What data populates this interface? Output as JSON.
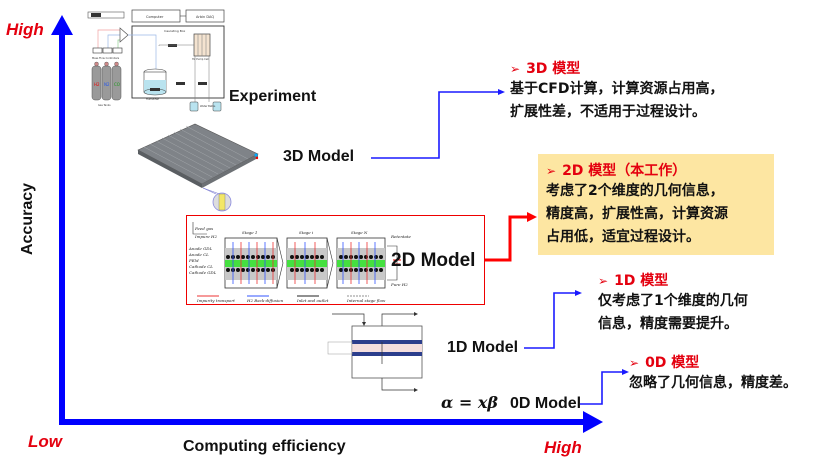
{
  "axes": {
    "y_title": "Accuracy",
    "y_high": "High",
    "x_title": "Computing efficiency",
    "x_low": "Low",
    "x_high": "High",
    "axis_color": "#0000ff",
    "accent_red": "#e4000f"
  },
  "figures": {
    "experiment": {
      "label": "Experiment",
      "parts": [
        "Computer",
        "Arbin DAQ",
        "Insulating Box",
        "Mass Flow Controllers",
        "Gas Tanks",
        "Humidifier",
        "H2 Pump Cell",
        "Water Baths"
      ],
      "gas_labels": [
        "H2",
        "N2",
        "CO"
      ]
    },
    "model_3d": {
      "label": "3D Model"
    },
    "model_2d": {
      "label": "2D Model",
      "stages": [
        "Stage 1",
        "Stage i",
        "Stage N"
      ],
      "inlets": [
        "Feed gas",
        "Impure H2"
      ],
      "outlets": [
        "Retentate",
        "Pure H2"
      ],
      "layers": [
        "Anode GDL",
        "Anode CL",
        "PEM",
        "Cathode CL",
        "Cathode GDL"
      ],
      "legend": [
        "Impurity transport",
        "H2 Back-diffusion",
        "Inlet and outlet",
        "Internal stage flow"
      ]
    },
    "model_1d": {
      "label": "1D Model"
    },
    "model_0d": {
      "label": "0D Model",
      "formula": "α = xβ"
    }
  },
  "descriptions": {
    "d3": {
      "title": "3D 模型",
      "lines": [
        "基于CFD计算，计算资源占用高，",
        "扩展性差，不适用于过程设计。"
      ]
    },
    "d2": {
      "title": "2D 模型（本工作）",
      "lines": [
        "考虑了2个维度的几何信息，",
        "精度高，扩展性高，计算资源",
        "占用低，适宜过程设计。"
      ],
      "highlight_color": "#fde6a2"
    },
    "d1": {
      "title": "1D 模型",
      "lines": [
        "仅考虑了1个维度的几何",
        "信息，精度需要提升。"
      ]
    },
    "d0": {
      "title": "0D 模型",
      "lines": [
        "忽略了几何信息，精度差。"
      ]
    },
    "bullet": "➢"
  }
}
